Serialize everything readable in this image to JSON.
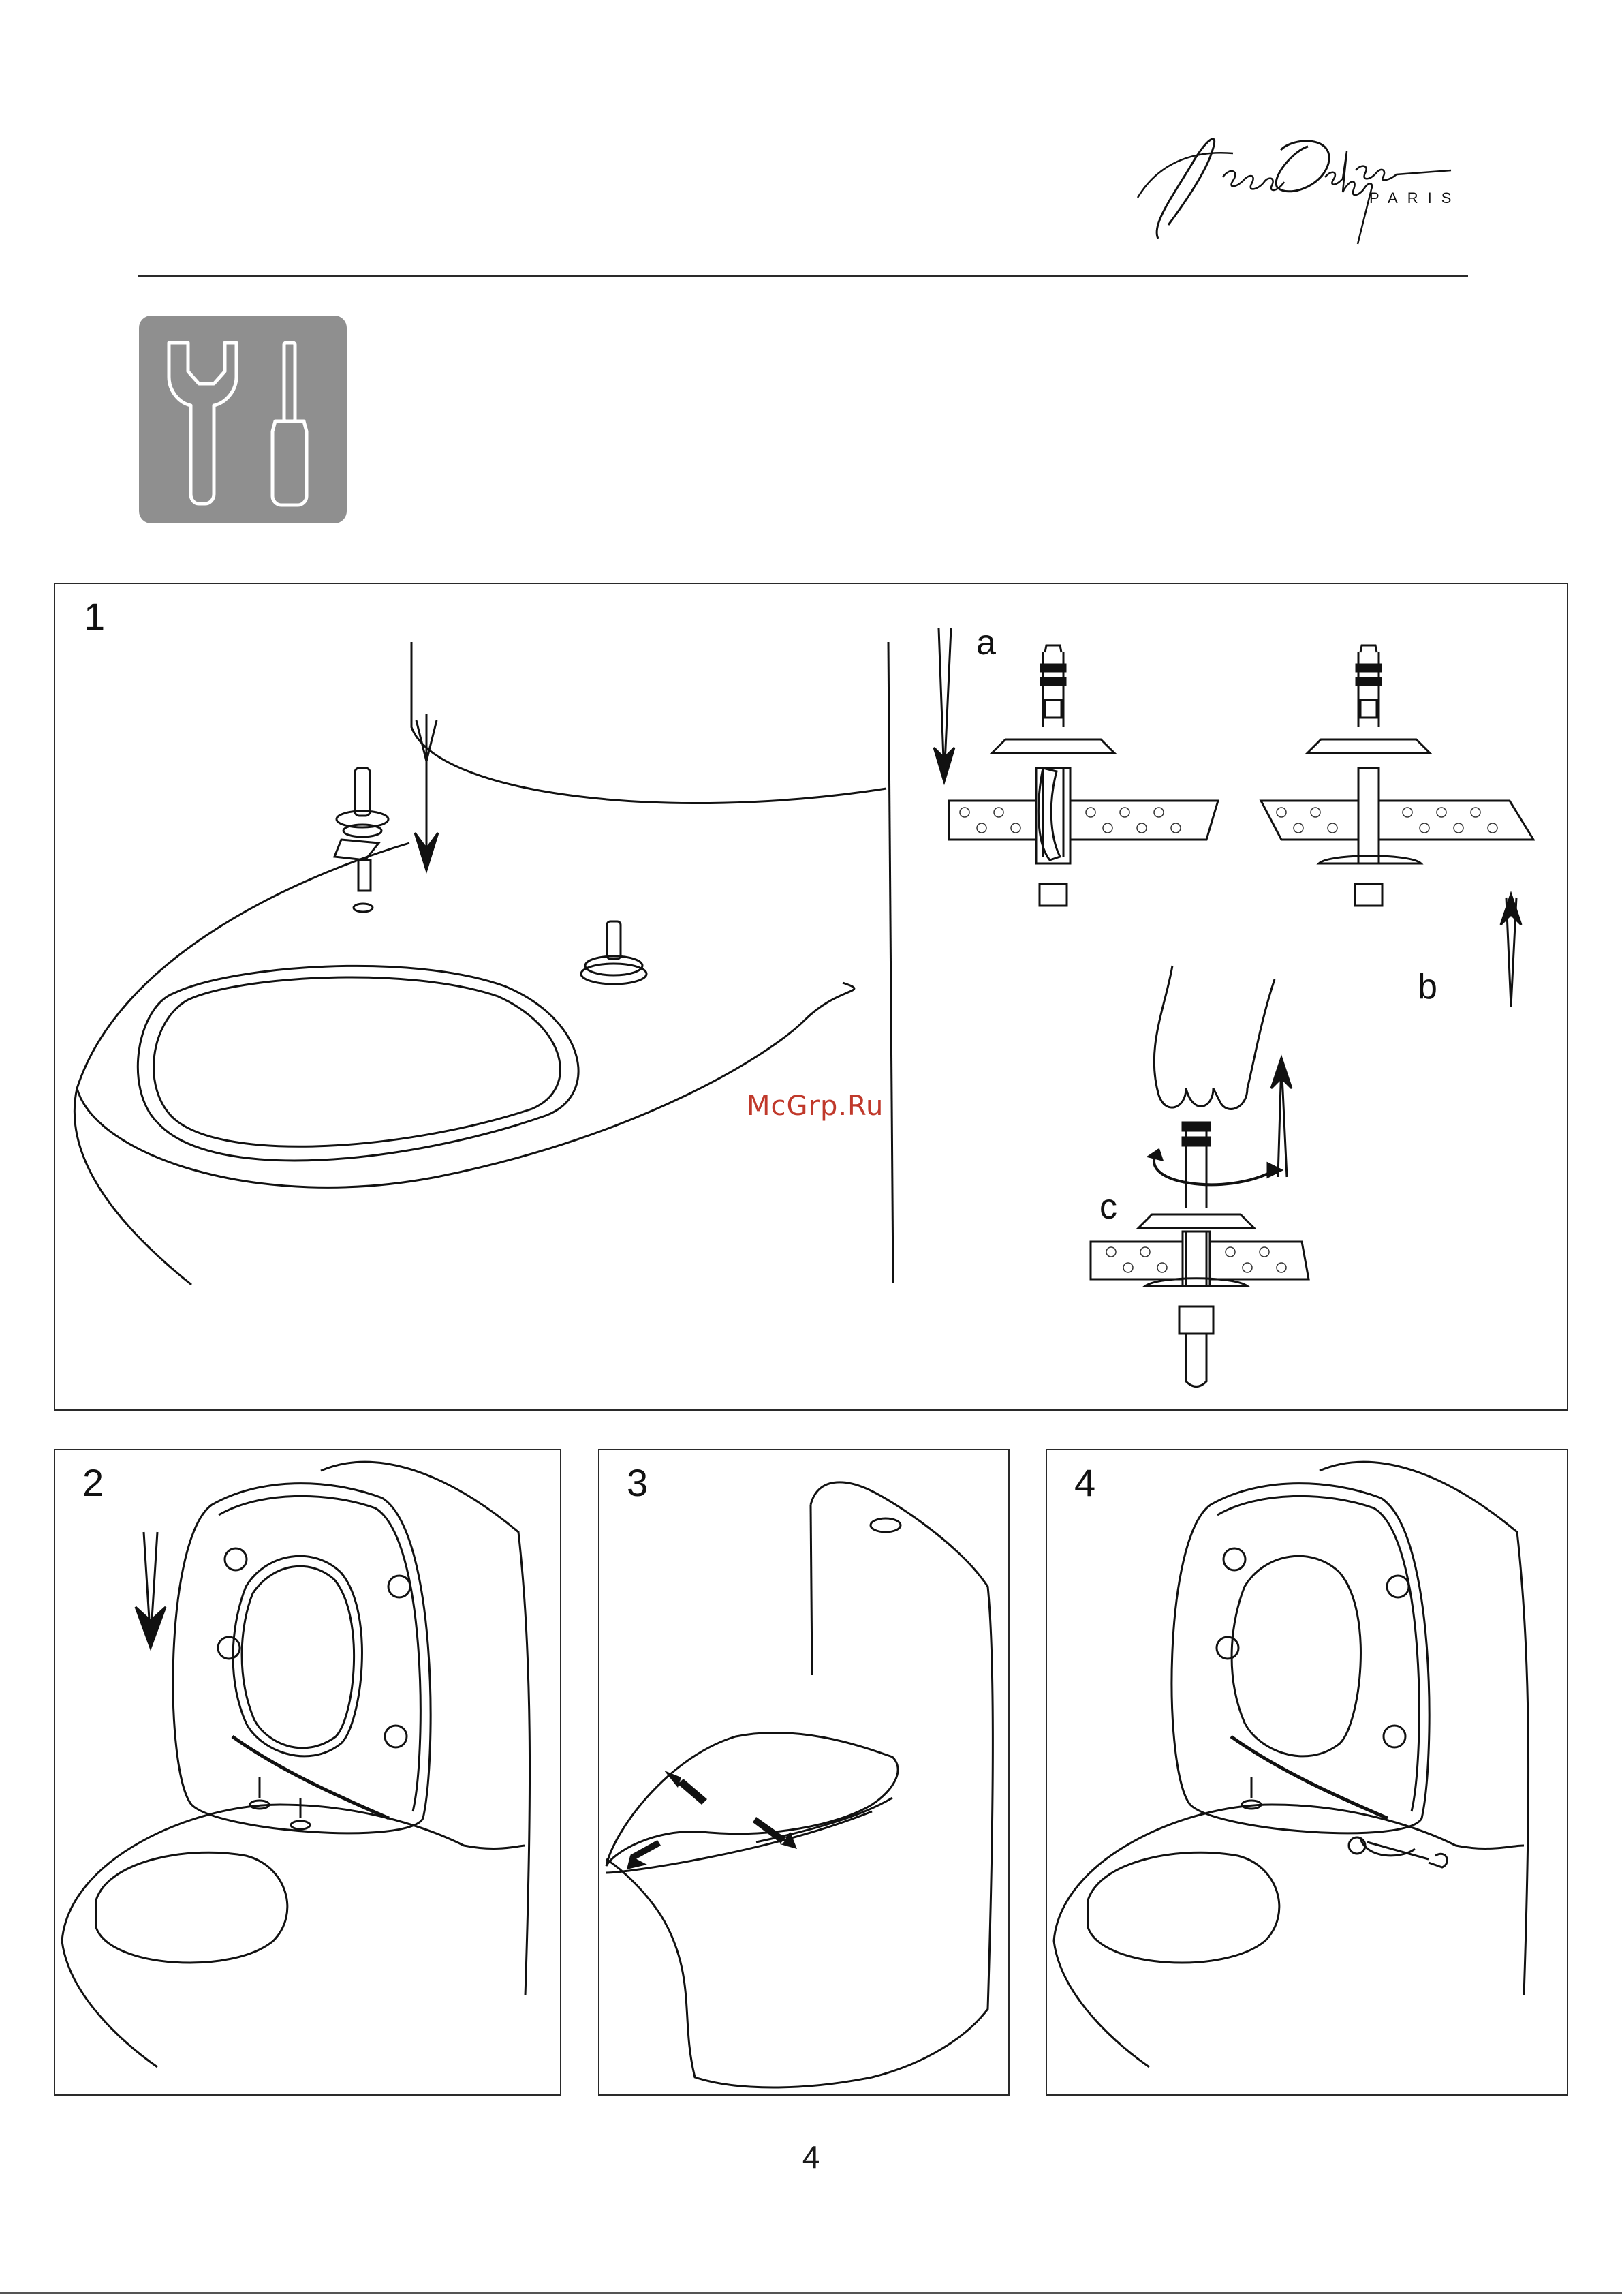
{
  "brand": {
    "signature": "Jacob Delafon",
    "city": "PARIS"
  },
  "panels": [
    {
      "number": "1",
      "watermark": "McGrp.Ru",
      "sub_labels": {
        "a": "a",
        "b": "b",
        "c": "c"
      }
    },
    {
      "number": "2"
    },
    {
      "number": "3"
    },
    {
      "number": "4"
    }
  ],
  "page_number": "4",
  "icons": [
    "wrench-icon",
    "screwdriver-icon"
  ]
}
